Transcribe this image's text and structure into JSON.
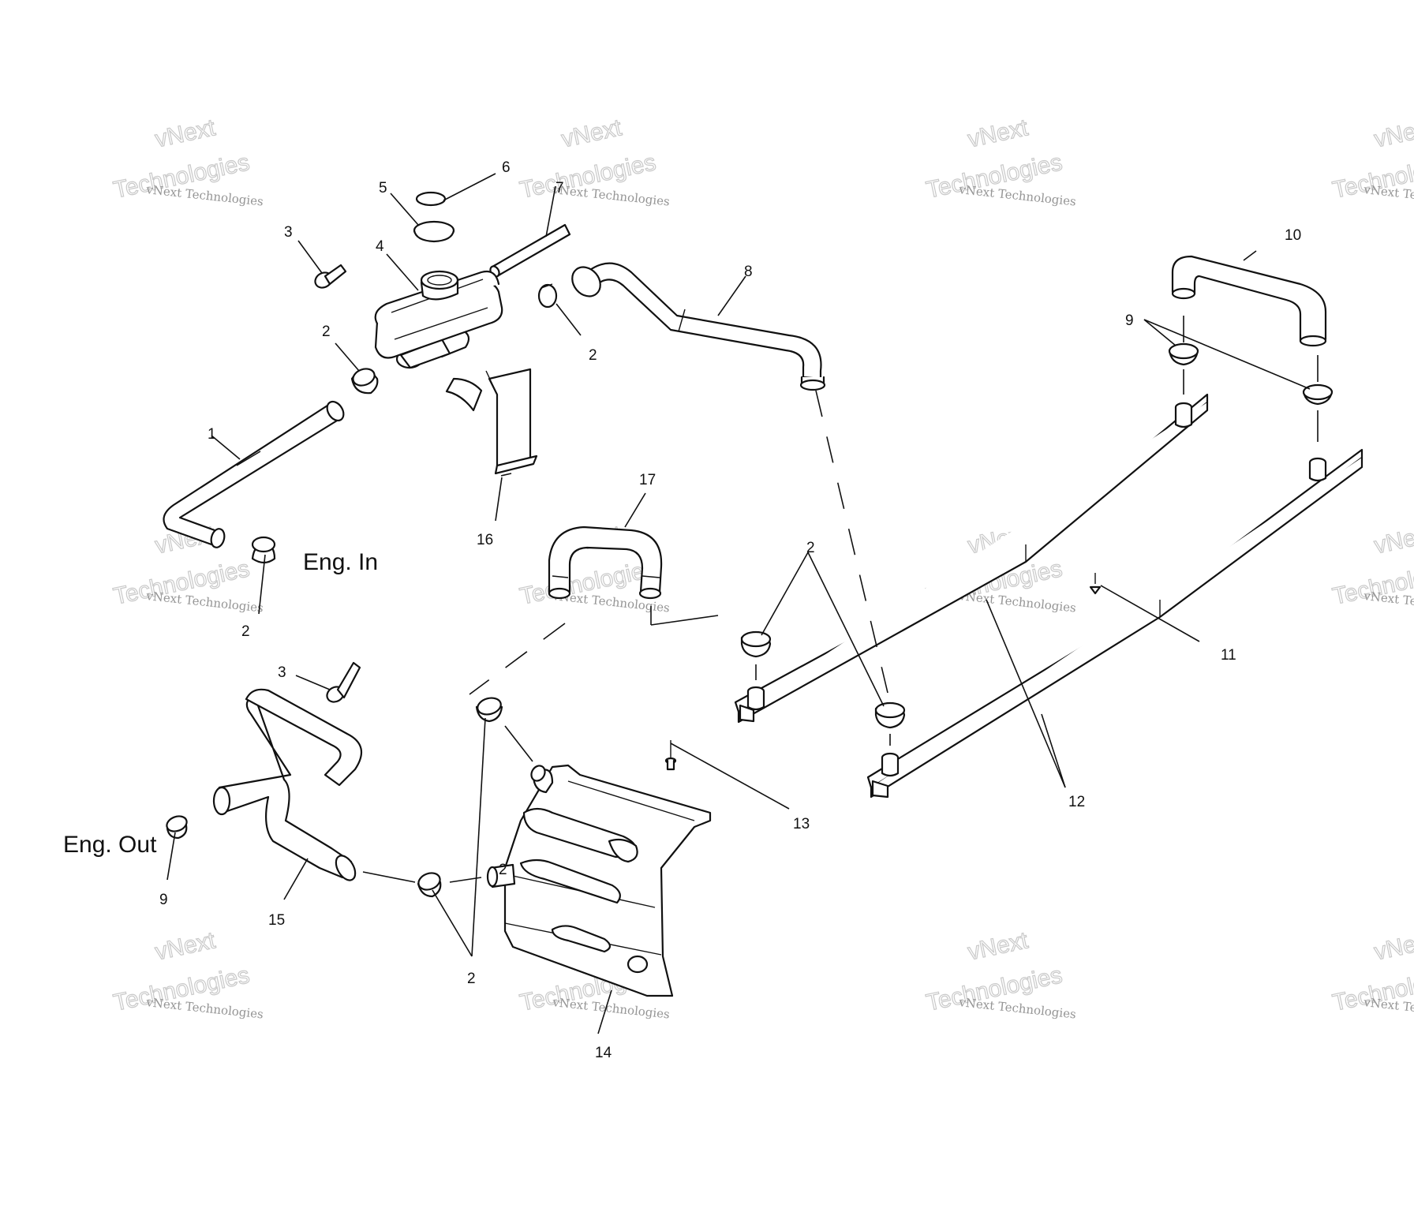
{
  "labels": {
    "engine_in": "Eng. In",
    "engine_out": "Eng. Out"
  },
  "callouts": [
    "1",
    "2",
    "2",
    "2",
    "2",
    "2",
    "2",
    "3",
    "3",
    "4",
    "5",
    "6",
    "7",
    "8",
    "9",
    "9",
    "10",
    "11",
    "12",
    "13",
    "14",
    "15",
    "16",
    "17"
  ],
  "watermark": {
    "line1": "vNext Technologies",
    "line2": "vNext",
    "line3": "Technologies"
  },
  "colors": {
    "ink": "#111111",
    "paper": "#ffffff",
    "watermark": "#c9c9c9"
  }
}
